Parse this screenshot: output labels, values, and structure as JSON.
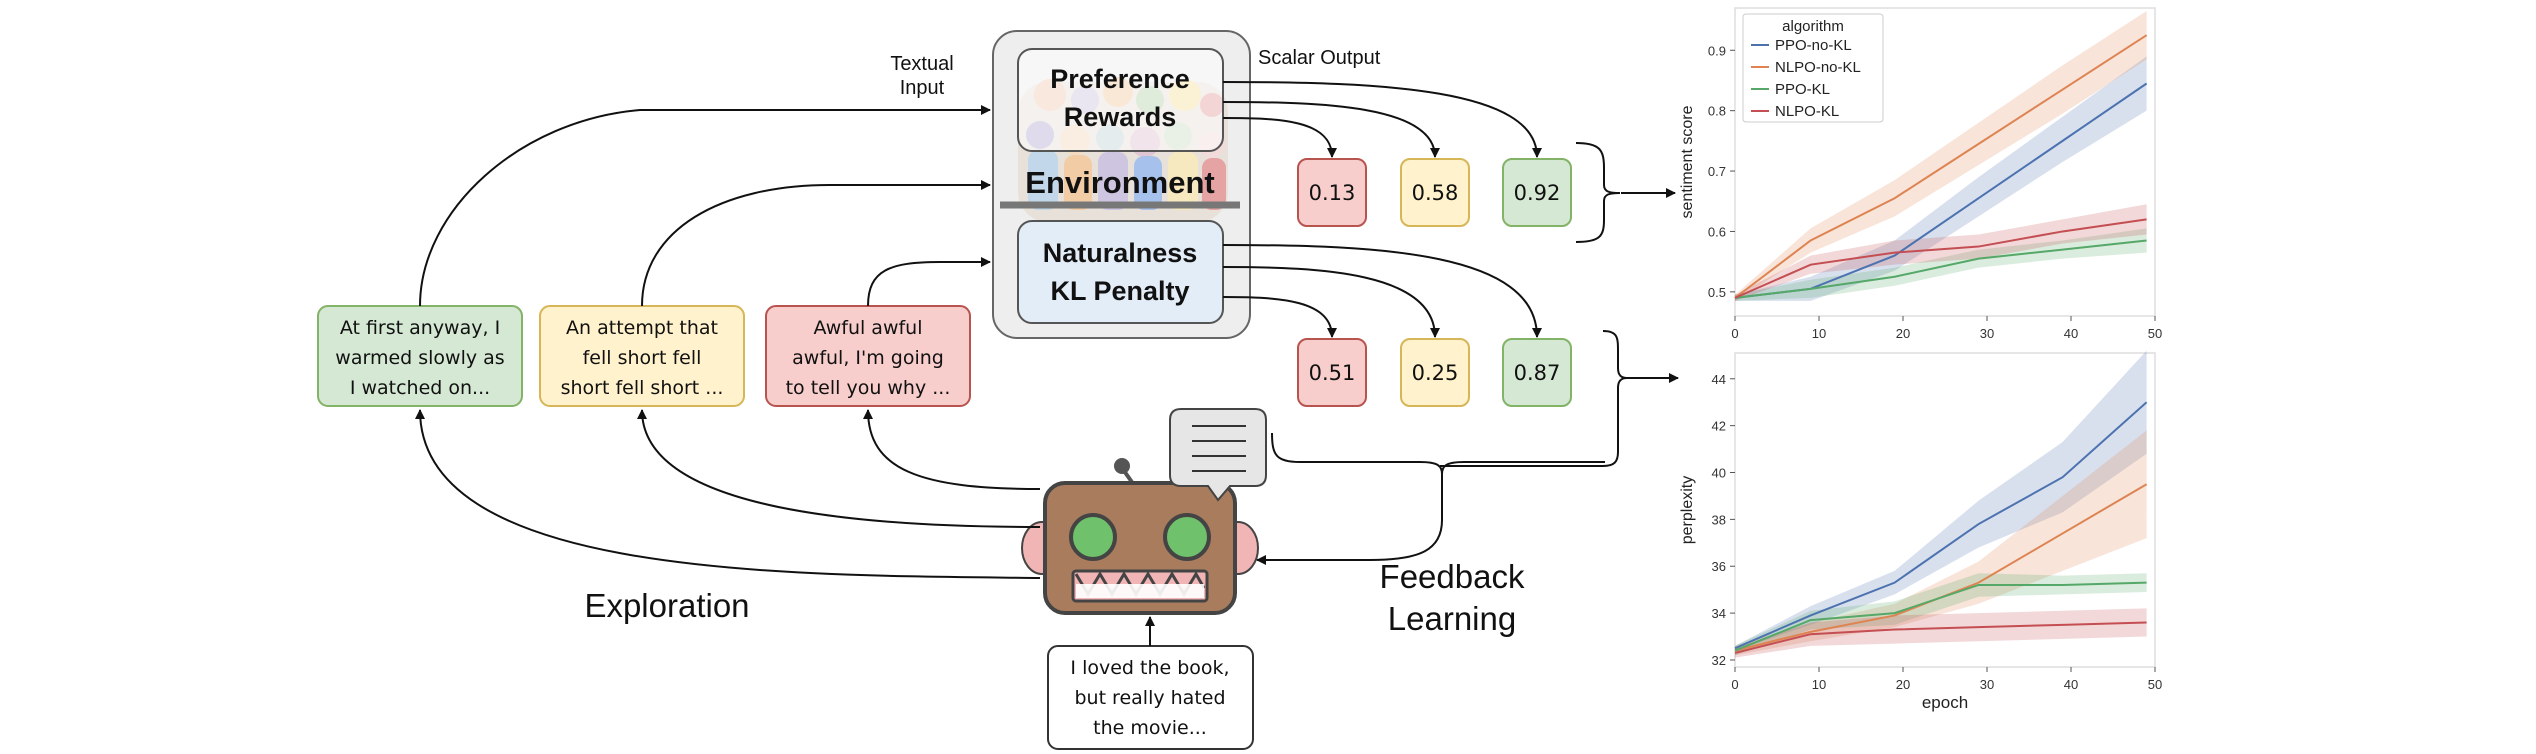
{
  "diagram": {
    "textual_input_label": [
      "Textual",
      "Input"
    ],
    "scalar_output_label": "Scalar Output",
    "environment_label": "Environment",
    "preference_rewards_label": [
      "Preference",
      "Rewards"
    ],
    "naturalness_label": [
      "Naturalness",
      "KL Penalty"
    ],
    "exploration_label": "Exploration",
    "feedback_label": [
      "Feedback",
      "Learning"
    ],
    "prompt_text": [
      "I loved the book,",
      "but really hated",
      "the movie..."
    ],
    "generations": [
      {
        "lines": [
          "At first anyway, I",
          "warmed slowly as",
          "I watched on..."
        ],
        "color": "green"
      },
      {
        "lines": [
          "An attempt that",
          "fell short fell",
          "short fell short ..."
        ],
        "color": "yellow"
      },
      {
        "lines": [
          "Awful awful",
          "awful, I'm going",
          "to tell you why ..."
        ],
        "color": "red"
      }
    ],
    "preference_scores": [
      "0.13",
      "0.58",
      "0.92"
    ],
    "naturalness_scores": [
      "0.51",
      "0.25",
      "0.87"
    ],
    "colors": {
      "green_fill": "#d5e8d4",
      "green_stroke": "#82b366",
      "yellow_fill": "#fff2cc",
      "yellow_stroke": "#d6b656",
      "red_fill": "#f8cecc",
      "red_stroke": "#b85450",
      "robot_body": "#a97c5e",
      "robot_eye": "#6fc16b",
      "robot_ear": "#f2b5b5"
    }
  },
  "chart_data": [
    {
      "type": "line",
      "ylabel": "sentiment score",
      "xlim": [
        0,
        50
      ],
      "ylim": [
        0.46,
        0.97
      ],
      "xticks": [
        "0",
        "10",
        "20",
        "30",
        "40",
        "50"
      ],
      "yticks": [
        "0.5",
        "0.6",
        "0.7",
        "0.8",
        "0.9"
      ],
      "legend_title": "algorithm",
      "legend_position": "top-left",
      "x": [
        0,
        9,
        19,
        29,
        39,
        49
      ],
      "series": [
        {
          "name": "PPO-no-KL",
          "color": "#4c72b0",
          "values": [
            0.49,
            0.505,
            0.56,
            0.655,
            0.75,
            0.845
          ],
          "lower": [
            0.485,
            0.485,
            0.535,
            0.625,
            0.715,
            0.8
          ],
          "upper": [
            0.495,
            0.525,
            0.585,
            0.69,
            0.79,
            0.89
          ]
        },
        {
          "name": "NLPO-no-KL",
          "color": "#dd8452",
          "values": [
            0.49,
            0.585,
            0.655,
            0.745,
            0.835,
            0.925
          ],
          "lower": [
            0.485,
            0.565,
            0.625,
            0.71,
            0.795,
            0.885
          ],
          "upper": [
            0.495,
            0.605,
            0.685,
            0.78,
            0.875,
            0.965
          ]
        },
        {
          "name": "PPO-KL",
          "color": "#55a868",
          "values": [
            0.49,
            0.505,
            0.525,
            0.555,
            0.57,
            0.585
          ],
          "lower": [
            0.485,
            0.49,
            0.51,
            0.54,
            0.555,
            0.565
          ],
          "upper": [
            0.495,
            0.52,
            0.54,
            0.57,
            0.585,
            0.605
          ]
        },
        {
          "name": "NLPO-KL",
          "color": "#c44e52",
          "values": [
            0.49,
            0.545,
            0.565,
            0.575,
            0.6,
            0.62
          ],
          "lower": [
            0.485,
            0.53,
            0.545,
            0.555,
            0.58,
            0.595
          ],
          "upper": [
            0.495,
            0.56,
            0.585,
            0.595,
            0.62,
            0.645
          ]
        }
      ]
    },
    {
      "type": "line",
      "ylabel": "perplexity",
      "xlabel": "epoch",
      "xlim": [
        0,
        50
      ],
      "ylim": [
        31.7,
        45.1
      ],
      "xticks": [
        "0",
        "10",
        "20",
        "30",
        "40",
        "50"
      ],
      "yticks": [
        "32",
        "34",
        "36",
        "38",
        "40",
        "42",
        "44"
      ],
      "x": [
        0,
        9,
        19,
        29,
        39,
        49
      ],
      "series": [
        {
          "name": "PPO-no-KL",
          "color": "#4c72b0",
          "values": [
            32.5,
            33.9,
            35.3,
            37.8,
            39.8,
            43.0
          ],
          "lower": [
            32.4,
            33.5,
            34.8,
            36.8,
            38.3,
            40.8
          ],
          "upper": [
            32.6,
            34.3,
            35.8,
            38.8,
            41.3,
            45.2
          ]
        },
        {
          "name": "NLPO-no-KL",
          "color": "#dd8452",
          "values": [
            32.4,
            33.2,
            33.9,
            35.3,
            37.4,
            39.5
          ],
          "lower": [
            32.2,
            32.8,
            33.4,
            34.4,
            35.8,
            37.2
          ],
          "upper": [
            32.6,
            33.6,
            34.4,
            36.2,
            39.0,
            41.8
          ]
        },
        {
          "name": "PPO-KL",
          "color": "#55a868",
          "values": [
            32.4,
            33.7,
            34.0,
            35.2,
            35.2,
            35.3
          ],
          "lower": [
            32.2,
            33.3,
            33.5,
            34.7,
            34.8,
            34.9
          ],
          "upper": [
            32.6,
            34.1,
            34.5,
            35.7,
            35.6,
            35.7
          ]
        },
        {
          "name": "NLPO-KL",
          "color": "#c44e52",
          "values": [
            32.3,
            33.1,
            33.3,
            33.4,
            33.5,
            33.6
          ],
          "lower": [
            32.1,
            32.6,
            32.7,
            32.8,
            32.9,
            33.0
          ],
          "upper": [
            32.5,
            33.6,
            33.9,
            34.0,
            34.1,
            34.2
          ]
        }
      ]
    }
  ]
}
